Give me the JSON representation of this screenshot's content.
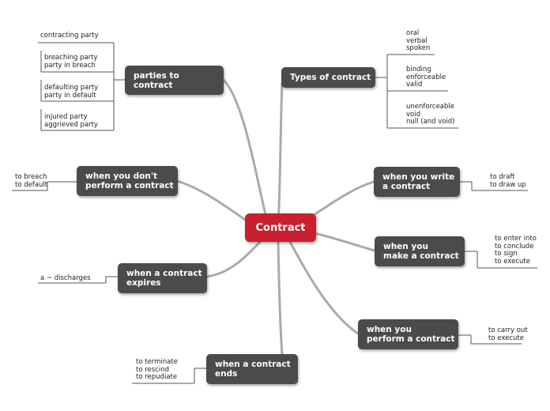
{
  "center": "Contract",
  "nodes": {
    "parties": "parties to\ncontract",
    "types": "Types of contract",
    "dont_perform": "when you don't\nperform a contract",
    "write": "when you write\na contract",
    "make": "when you\nmake a contract",
    "expires": "when a contract\nexpires",
    "perform": "when you\nperform a contract",
    "ends": "when a contract\nends"
  },
  "leaves": {
    "contracting": "contracting party",
    "breaching": "breaching party\nparty in breach",
    "defaulting": "defaulting party\nparty in default",
    "injured": "injured party\naggrieved party",
    "oral": "oral\nverbal\nspoken",
    "binding": "binding\nenforceable\nvalid",
    "unenforceable": "unenforceable\nvoid\nnull (and void)",
    "breach": "to breach\nto default",
    "draft": "to draft\nto draw up",
    "enter": "to enter into\nto conclude\nto sign\nto execute",
    "discharges": "a ~ discharges",
    "carry": "to carry out\nto execute",
    "terminate": "to terminate\nto rescind\nto repudiate"
  },
  "colors": {
    "center": "#c8202f",
    "node": "#4d4b49",
    "connector": "#aaaaaa",
    "leaf_line": "#555555"
  }
}
